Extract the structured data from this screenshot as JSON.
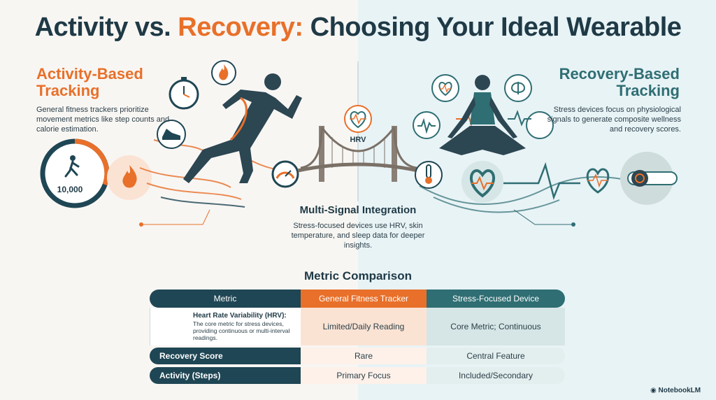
{
  "title": {
    "part1": "Activity vs. ",
    "part2": "Recovery:",
    "part3": " Choosing Your Ideal Wearable"
  },
  "activity": {
    "title": "Activity-Based Tracking",
    "description": "General fitness trackers prioritize movement metrics like step counts and calorie estimation.",
    "steps_value": "10,000"
  },
  "recovery": {
    "title": "Recovery-Based Tracking",
    "description": "Stress devices focus on physiological signals to generate composite wellness and recovery scores."
  },
  "bridge_label": "HRV",
  "integration": {
    "title": "Multi-Signal Integration",
    "description": "Stress-focused devices use HRV, skin temperature, and sleep data for deeper insights."
  },
  "comparison": {
    "title": "Metric Comparison",
    "headers": [
      "Metric",
      "General Fitness Tracker",
      "Stress-Focused Device"
    ],
    "rows": [
      {
        "metric": "Heart Rate Variability (HRV):",
        "metric_desc": "The core metric for stress devices, providing continuous or multi-interval readings.",
        "fitness": "Limited/Daily Reading",
        "stress": "Core Metric; Continuous"
      },
      {
        "metric": "Recovery Score",
        "fitness": "Rare",
        "stress": "Central Feature"
      },
      {
        "metric": "Activity (Steps)",
        "fitness": "Primary Focus",
        "stress": "Included/Secondary"
      }
    ]
  },
  "brand": "NotebookLM",
  "colors": {
    "orange": "#e8702a",
    "navy": "#1f4654",
    "teal": "#2f6e73"
  }
}
